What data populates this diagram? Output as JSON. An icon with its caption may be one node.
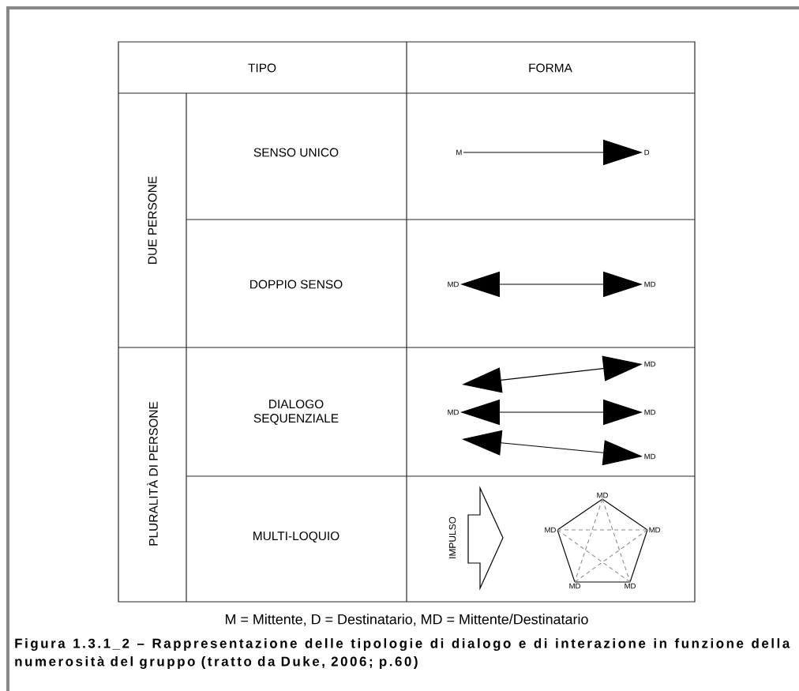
{
  "diagram": {
    "caption": "Figura 1.3.1_2 – Rappresentazione delle tipologie di dialogo e di interazione in funzione della numerosità del gruppo (tratto da Duke, 2006; p.60)",
    "nodes": [
      {
        "text": [
          "M"
        ]
      },
      {
        "text": [
          "D"
        ]
      },
      {
        "text": [
          "MD"
        ]
      },
      {
        "text": [
          "MD"
        ]
      },
      {
        "text": [
          "MD"
        ]
      },
      {
        "text": [
          "MD"
        ]
      },
      {
        "text": [
          "MD"
        ]
      },
      {
        "text": [
          "MD"
        ]
      },
      {
        "text": [
          "IMPULSO"
        ]
      },
      {
        "text": [
          "MD"
        ]
      },
      {
        "text": [
          "MD"
        ]
      },
      {
        "text": [
          "MD"
        ]
      },
      {
        "text": [
          "MD"
        ]
      },
      {
        "text": [
          "MD"
        ]
      }
    ],
    "edges": [
      {
        "from": 0,
        "to": 1,
        "arrow": "to"
      },
      {
        "from": 2,
        "to": 3,
        "arrow": "both"
      },
      {
        "from": 5,
        "to": 4,
        "arrow": "both"
      },
      {
        "from": 5,
        "to": 6,
        "arrow": "both"
      },
      {
        "from": 5,
        "to": 7,
        "arrow": "both"
      },
      {
        "from": 9,
        "to": 11,
        "arrow": "none"
      },
      {
        "from": 11,
        "to": 13,
        "arrow": "none"
      },
      {
        "from": 13,
        "to": 12,
        "arrow": "none"
      },
      {
        "from": 12,
        "to": 10,
        "arrow": "none"
      },
      {
        "from": 10,
        "to": 9,
        "arrow": "none"
      },
      {
        "from": 9,
        "to": 12,
        "arrow": "none",
        "style": "dashed",
        "color": "#8c8c8c"
      },
      {
        "from": 9,
        "to": 13,
        "arrow": "none",
        "style": "dashed",
        "color": "#8c8c8c"
      },
      {
        "from": 10,
        "to": 11,
        "arrow": "none",
        "style": "dashed",
        "color": "#8c8c8c"
      },
      {
        "from": 10,
        "to": 13,
        "arrow": "none",
        "style": "dashed",
        "color": "#8c8c8c"
      },
      {
        "from": 11,
        "to": 12,
        "arrow": "none",
        "style": "dashed",
        "color": "#8c8c8c"
      }
    ],
    "labels": [
      "TIPO",
      "FORMA",
      "DUE PERSONE",
      "SENSO UNICO",
      "DOPPIO SENSO",
      "PLURALITÀ DI PERSONE",
      "DIALOGO SEQUENZIALE",
      "MULTI-LOQUIO",
      "M = Mittente, D = Destinatario, MD = Mittente/Destinatario"
    ]
  }
}
